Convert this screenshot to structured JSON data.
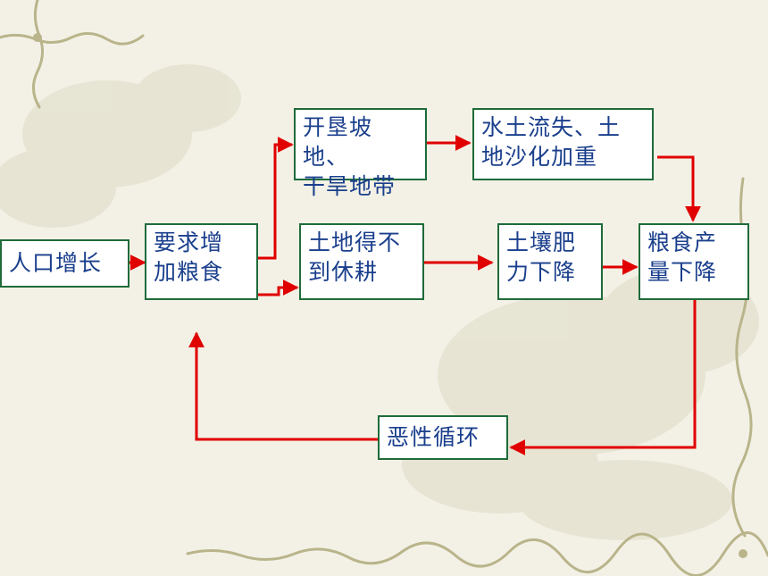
{
  "colors": {
    "arrow": "#e00000",
    "box_border": "#1f6b3a",
    "text": "#1a3f8c"
  },
  "nodes": {
    "population": "人口增长",
    "grain_demand": "要求增\n加粮食",
    "reclaim": "开垦坡地、\n干旱地带",
    "erosion": "水土流失、土\n地沙化加重",
    "no_fallow": "土地得不\n到休耕",
    "fertility": "土壤肥\n力下降",
    "yield": "粮食产\n量下降",
    "cycle": "恶性循环"
  }
}
